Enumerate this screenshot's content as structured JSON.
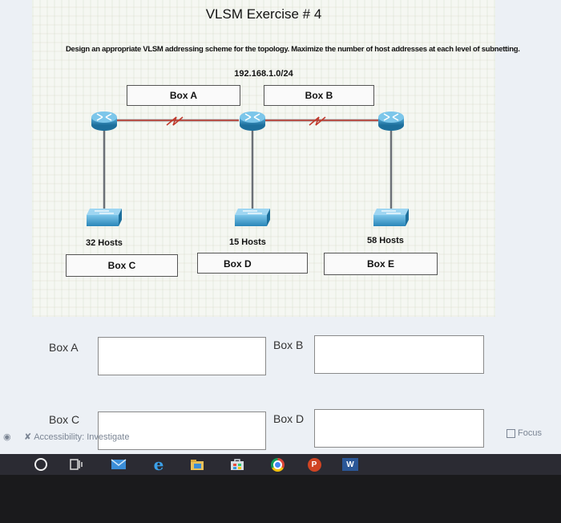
{
  "slide": {
    "title": "VLSM Exercise # 4",
    "instruction": "Design an appropriate VLSM addressing scheme for the topology. Maximize the number of host addresses at each level of subnetting.",
    "network": "192.168.1.0/24",
    "top_boxes": [
      "Box A",
      "Box B"
    ],
    "hosts": [
      "32 Hosts",
      "15 Hosts",
      "58 Hosts"
    ],
    "bottom_boxes": [
      "Box C",
      "Box D",
      "Box E"
    ]
  },
  "answers": {
    "box_a_label": "Box A",
    "box_b_label": "Box B",
    "box_c_label": "Box C",
    "box_d_label": "Box D"
  },
  "status": {
    "accessibility": "Accessibility: Investigate",
    "focus": "Focus"
  },
  "taskbar": {
    "icons": [
      "start-circle-icon",
      "task-view-icon",
      "mail-icon",
      "edge-icon",
      "file-explorer-icon",
      "store-icon",
      "chrome-icon",
      "powerpoint-icon",
      "word-icon"
    ]
  },
  "colors": {
    "serial_link": "#c0392b",
    "device_blue": "#2a8fc4",
    "taskbar": "#2b2b33"
  }
}
